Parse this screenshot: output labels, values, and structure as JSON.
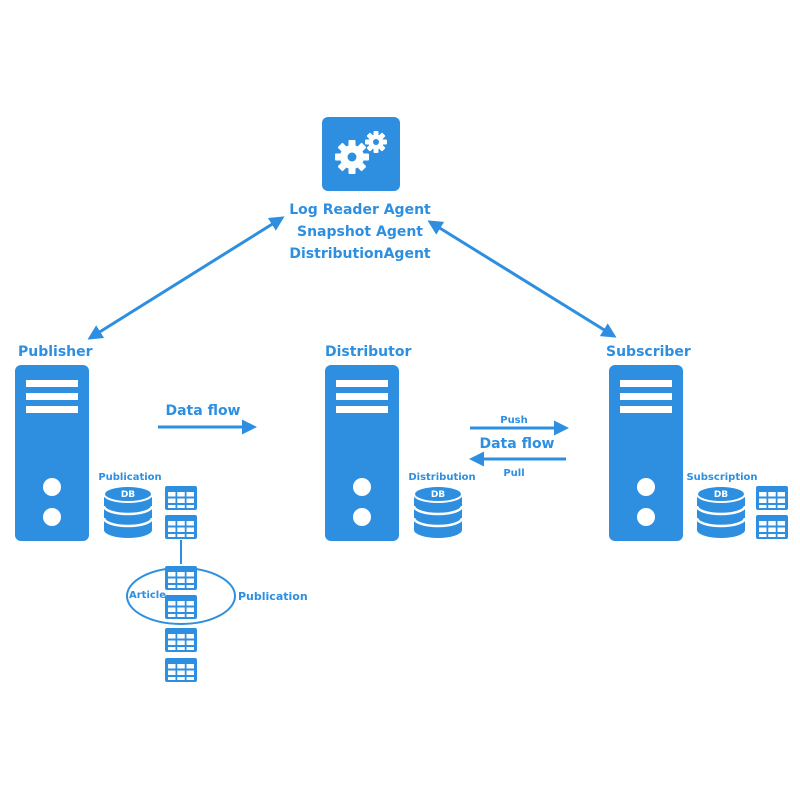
{
  "colors": {
    "primary": "#2e8fe0",
    "white": "#ffffff"
  },
  "agents": {
    "icon": "gears-icon",
    "lines": [
      "Log Reader Agent",
      "Snapshot Agent",
      "DistributionAgent"
    ]
  },
  "nodes": {
    "publisher": {
      "label": "Publisher",
      "db_caption": "Publication",
      "db_label": "DB"
    },
    "distributor": {
      "label": "Distributor",
      "db_caption": "Distribution",
      "db_label": "DB"
    },
    "subscriber": {
      "label": "Subscriber",
      "db_caption": "Subscription",
      "db_label": "DB"
    }
  },
  "flows": {
    "publisher_to_distributor": {
      "label": "Data flow"
    },
    "distributor_subscriber": {
      "label": "Data flow",
      "push": "Push",
      "pull": "Pull"
    }
  },
  "publication_detail": {
    "article_label": "Article",
    "publication_label": "Publication"
  }
}
